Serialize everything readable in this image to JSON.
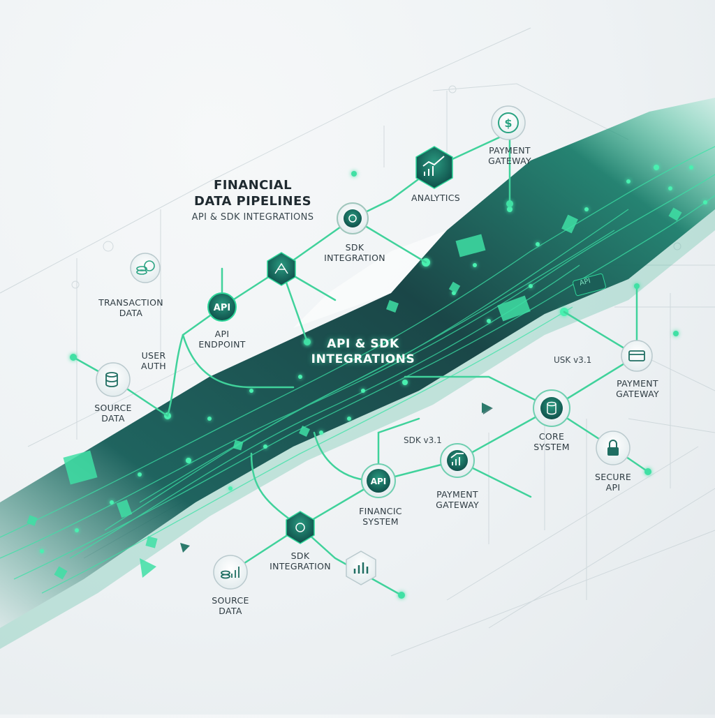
{
  "title": {
    "line1": "FINANCIAL",
    "line2": "DATA PIPELINES",
    "subtitle": "API & SDK INTEGRATIONS"
  },
  "center_label": {
    "line1": "API & SDK",
    "line2": "INTEGRATIONS"
  },
  "nodes": {
    "payment_gateway_top": {
      "line1": "PAYMENT",
      "line2": "GATEWAY",
      "icon": "dollar-coin-icon"
    },
    "analytics": {
      "line1": "ANALYTICS",
      "icon": "chart-up-icon"
    },
    "sdk_integration_top": {
      "line1": "SDK",
      "line2": "INTEGRATION",
      "icon": "gear-dots-icon"
    },
    "transaction_data": {
      "line1": "TRANSACTION",
      "line2": "DATA",
      "icon": "coins-icon"
    },
    "api_endpoint": {
      "line1": "API",
      "line2": "ENDPOINT",
      "badge": "API"
    },
    "user_auth": {
      "line1": "USER",
      "line2": "AUTH"
    },
    "source_data_left": {
      "line1": "SOURCE",
      "line2": "DATA",
      "icon": "database-icon"
    },
    "payment_gateway_right": {
      "line1": "PAYMENT",
      "line2": "GATEWAY",
      "icon": "card-icon"
    },
    "core_system": {
      "line1": "CORE",
      "line2": "SYSTEM",
      "icon": "database-icon"
    },
    "secure_api": {
      "line1": "SECURE",
      "line2": "API",
      "icon": "lock-icon"
    },
    "payment_gateway_mid": {
      "line1": "PAYMENT",
      "line2": "GATEWAY",
      "icon": "chart-up-icon"
    },
    "financial_system": {
      "line1": "FINANCIC",
      "line2": "SYSTEM",
      "badge": "API"
    },
    "sdk_integration_bottom": {
      "line1": "SDK",
      "line2": "INTEGRATION",
      "icon": "gear-dots-icon"
    },
    "source_data_bottom": {
      "line1": "SOURCE",
      "line2": "DATA",
      "icon": "coins-chart-icon"
    },
    "bar_chart_node": {
      "icon": "bar-chart-icon"
    },
    "hub_node": {
      "icon": "network-hex-icon"
    }
  },
  "version_labels": {
    "usk": "USK v3.1",
    "sdk": "SDK v3.1",
    "chip": "API"
  },
  "colors": {
    "stream_dark": "#0f3d3e",
    "stream_mid": "#17695f",
    "accent": "#2fd79a",
    "line": "#3ed39b",
    "text": "#2e3b42"
  }
}
